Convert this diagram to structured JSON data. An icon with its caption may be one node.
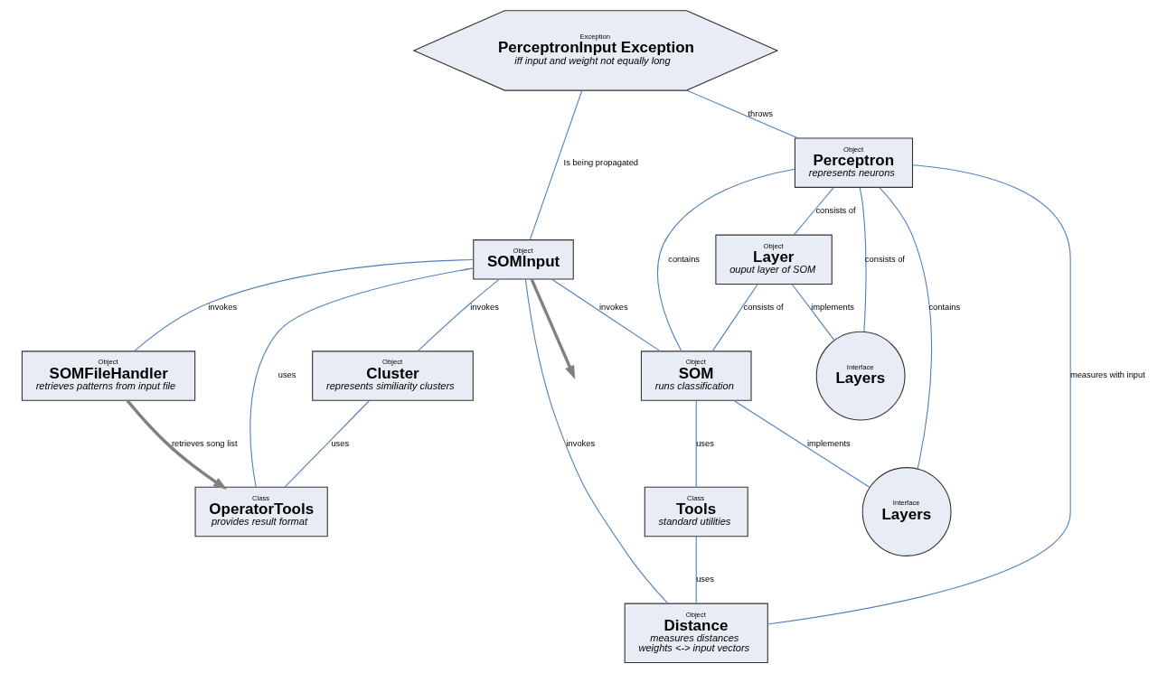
{
  "diagram": {
    "nodes": [
      {
        "text": [
          "Exception",
          "PerceptronInput Exception",
          "iff input and weight not equally long"
        ]
      },
      {
        "text": [
          "Object",
          "SOMInput"
        ]
      },
      {
        "text": [
          "Object",
          "SOMFileHandler",
          "retrieves patterns from input file"
        ]
      },
      {
        "text": [
          "Object",
          "Perceptron",
          "represents neurons"
        ]
      },
      {
        "text": [
          "Object",
          "Cluster",
          "represents similiarity clusters"
        ]
      },
      {
        "text": [
          "Class",
          "OperatorTools",
          "provides result format"
        ]
      },
      {
        "text": [
          "Object",
          "Layer",
          "ouput layer of SOM"
        ]
      },
      {
        "text": [
          "Object",
          "SOM",
          "runs classification"
        ]
      },
      {
        "text": [
          "Class",
          "Tools",
          "standard utilities"
        ]
      },
      {
        "text": [
          "Object",
          "Distance",
          "measures distances",
          "weights <-> input vectors"
        ]
      },
      {
        "text": [
          "Interface",
          "Layers"
        ]
      },
      {
        "text": [
          "Interface",
          "Layers"
        ]
      }
    ],
    "edges": [
      {
        "from": 1,
        "to": null,
        "arrow": "to",
        "style": "thick",
        "color": "#808080"
      },
      {
        "from": 0,
        "to": 1,
        "label": "Is being propagated",
        "arrow": "none"
      },
      {
        "from": 1,
        "to": 2,
        "label": "invokes",
        "arrow": "none"
      },
      {
        "from": 0,
        "to": 3,
        "label": "throws",
        "arrow": "none"
      },
      {
        "from": 1,
        "to": 7,
        "label": "invokes",
        "arrow": "none"
      },
      {
        "from": 1,
        "to": 4,
        "label": "invokes",
        "arrow": "none"
      },
      {
        "from": 1,
        "to": 5,
        "label": "uses",
        "arrow": "none"
      },
      {
        "from": 2,
        "to": 5,
        "label": "retrieves song list",
        "arrow": "to",
        "style": "thick",
        "color": "#808080"
      },
      {
        "from": 3,
        "to": 7,
        "label": "contains",
        "arrow": "none"
      },
      {
        "from": 3,
        "to": 6,
        "label": "consists of",
        "arrow": "none"
      },
      {
        "from": 4,
        "to": 5,
        "label": "uses",
        "arrow": "none"
      },
      {
        "from": 1,
        "to": 9,
        "label": "invokes",
        "arrow": "none"
      },
      {
        "from": 3,
        "to": 10,
        "label": "consists of",
        "arrow": "none"
      },
      {
        "from": 6,
        "to": 7,
        "label": "consists of",
        "arrow": "none"
      },
      {
        "from": 8,
        "to": 9,
        "label": "uses",
        "arrow": "none"
      },
      {
        "from": 6,
        "to": 10,
        "label": "implements",
        "arrow": "none"
      },
      {
        "from": 7,
        "to": 11,
        "label": "implements",
        "arrow": "none"
      },
      {
        "from": 7,
        "to": 8,
        "label": "uses",
        "arrow": "none"
      },
      {
        "from": 3,
        "to": 11,
        "label": "contains",
        "arrow": "none"
      },
      {
        "from": 3,
        "to": 9,
        "label": "measures with input",
        "arrow": "none"
      }
    ]
  }
}
